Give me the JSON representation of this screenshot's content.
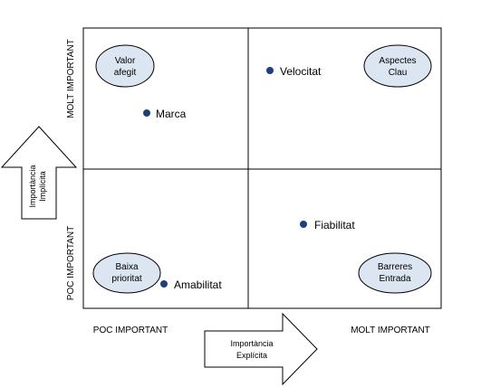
{
  "axes": {
    "y_top": "MOLT IMPORTANT",
    "y_bottom": "POC IMPORTANT",
    "x_left": "POC IMPORTANT",
    "x_right": "MOLT IMPORTANT",
    "y_arrow_line1": "Importància",
    "y_arrow_line2": "Implícita",
    "x_arrow_line1": "Importància",
    "x_arrow_line2": "Explícita"
  },
  "quadrants": {
    "top_left": [
      "Valor",
      "afegit"
    ],
    "top_right": [
      "Aspectes",
      "Clau"
    ],
    "bottom_left": [
      "Baixa",
      "prioritat"
    ],
    "bottom_right": [
      "Barreres",
      "Entrada"
    ]
  },
  "points": [
    "Velocitat",
    "Marca",
    "Fiabilitat",
    "Amabilitat"
  ],
  "colors": {
    "ellipse_fill": "#dce6f2",
    "dot": "#1f3f7a",
    "line": "#000000"
  }
}
